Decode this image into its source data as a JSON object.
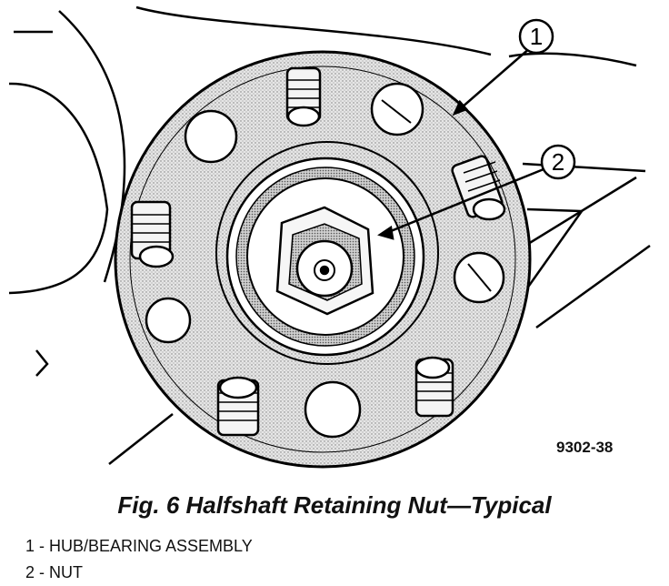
{
  "figure": {
    "number": "9302-38",
    "caption": "Fig. 6 Halfshaft Retaining Nut—Typical",
    "callouts": [
      "1",
      "2"
    ]
  },
  "legend": {
    "items": [
      "1 - HUB/BEARING ASSEMBLY",
      "2 - NUT"
    ]
  }
}
